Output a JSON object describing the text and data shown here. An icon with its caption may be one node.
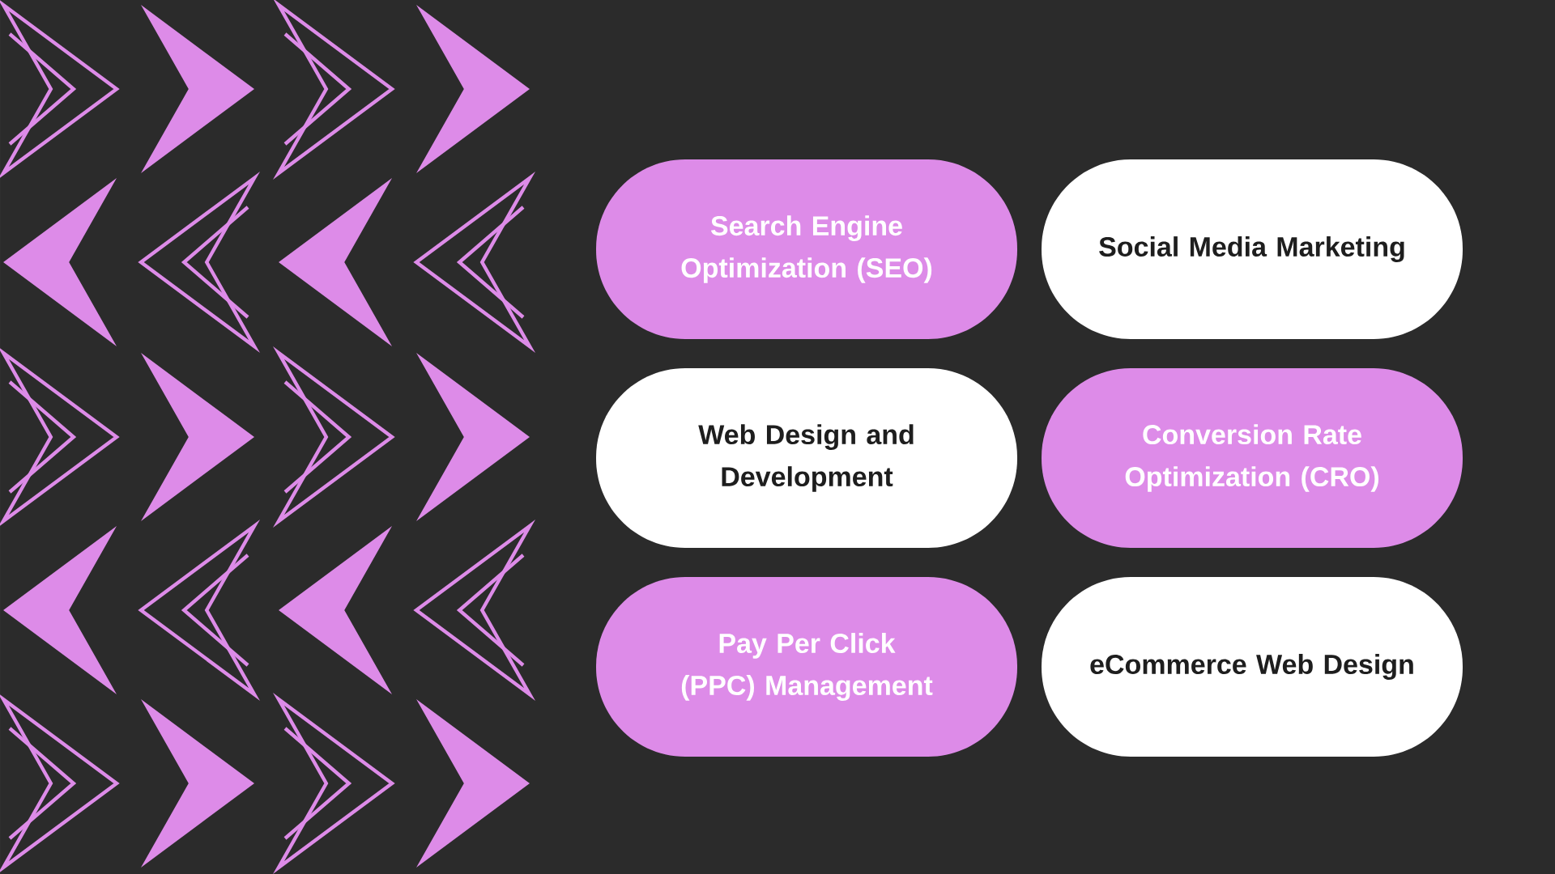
{
  "diagram": {
    "nodes": [
      {
        "text": [
          "Search Engine Optimization (SEO)"
        ]
      },
      {
        "text": [
          "Social Media Marketing"
        ]
      },
      {
        "text": [
          "Web Design and Development"
        ]
      },
      {
        "text": [
          "Conversion Rate Optimization (CRO)"
        ]
      },
      {
        "text": [
          "Pay Per Click (PPC) Management"
        ]
      },
      {
        "text": [
          "eCommerce Web Design"
        ]
      }
    ]
  }
}
